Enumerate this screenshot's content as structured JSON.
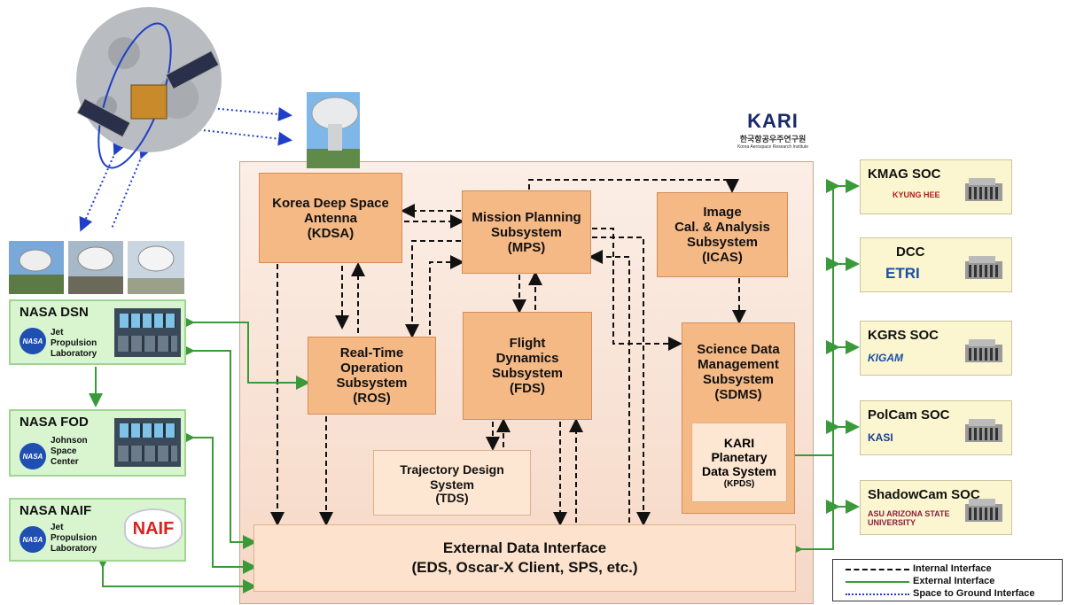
{
  "kari": {
    "logo_text": "KARI",
    "korean_name": "한국항공우주연구원",
    "english_name": "Korea Aerospace Research Institute"
  },
  "subsystems": {
    "kdsa": [
      "Korea Deep Space",
      "Antenna",
      "(KDSA)"
    ],
    "mps": [
      "Mission Planning",
      "Subsystem",
      "(MPS)"
    ],
    "icas": [
      "Image",
      "Cal. & Analysis",
      "Subsystem",
      "(ICAS)"
    ],
    "ros": [
      "Real-Time",
      "Operation",
      "Subsystem",
      "(ROS)"
    ],
    "fds": [
      "Flight",
      "Dynamics",
      "Subsystem",
      "(FDS)"
    ],
    "sdms": [
      "Science Data",
      "Management",
      "Subsystem",
      "(SDMS)"
    ],
    "tds": {
      "lines": [
        "Trajectory Design",
        "System"
      ],
      "abbr": "(TDS)"
    },
    "kpds": {
      "lines": [
        "KARI",
        "Planetary",
        "Data System"
      ],
      "abbr": "(KPDS)"
    },
    "edi": [
      "External Data Interface",
      "(EDS, Oscar-X Client, SPS, etc.)"
    ]
  },
  "nasa": [
    {
      "title": "NASA DSN",
      "org": [
        "Jet",
        "Propulsion",
        "Laboratory"
      ]
    },
    {
      "title": "NASA FOD",
      "org": [
        "Johnson",
        "Space",
        "Center"
      ]
    },
    {
      "title": "NASA NAIF",
      "org": [
        "Jet",
        "Propulsion",
        "Laboratory"
      ],
      "logo": "NAIF"
    }
  ],
  "nasa_logo_text": "NASA",
  "socs": [
    {
      "title": "KMAG SOC",
      "logo": "KYUNG HEE",
      "color": "#b01e1e"
    },
    {
      "title": "DCC",
      "logo": "ETRI",
      "color": "#1a4fa8"
    },
    {
      "title": "KGRS SOC",
      "logo": "KIGAM",
      "color": "#1a4fa8"
    },
    {
      "title": "PolCam SOC",
      "logo": "KASI",
      "color": "#1a3f8f"
    },
    {
      "title": "ShadowCam SOC",
      "logo": "ASU ARIZONA STATE UNIVERSITY",
      "color": "#8c1d40"
    }
  ],
  "legend": [
    {
      "label": "Internal Interface",
      "style": "dashed",
      "color": "#111111"
    },
    {
      "label": "External Interface",
      "style": "solid",
      "color": "#3a9a3a"
    },
    {
      "label": "Space to Ground Interface",
      "style": "dotted",
      "color": "#1f3fc8"
    }
  ],
  "colors": {
    "subsystem": "#f5b986",
    "nasa_box": "#d8f5d0",
    "soc_box": "#fbf6cf",
    "external": "#3a9a3a",
    "space": "#1f3fc8"
  }
}
